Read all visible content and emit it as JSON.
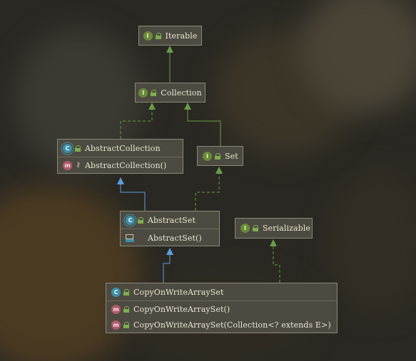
{
  "diagram": {
    "nodes": {
      "iterable": {
        "kind": "I",
        "name": "Iterable"
      },
      "collection": {
        "kind": "I",
        "name": "Collection"
      },
      "abstract_collection": {
        "kind": "AC",
        "name": "AbstractCollection",
        "members": [
          {
            "kind": "m",
            "name": "AbstractCollection()"
          }
        ]
      },
      "set": {
        "kind": "I",
        "name": "Set"
      },
      "abstract_set": {
        "kind": "AC",
        "name": "AbstractSet",
        "members": [
          {
            "kind": "m",
            "name": "AbstractSet()"
          }
        ]
      },
      "serializable": {
        "kind": "I",
        "name": "Serializable"
      },
      "copy_on_write_array_set": {
        "kind": "C",
        "name": "CopyOnWriteArraySet",
        "members": [
          {
            "kind": "m",
            "name": "CopyOnWriteArraySet()"
          },
          {
            "kind": "m",
            "name": "CopyOnWriteArraySet(Collection<? extends E>)"
          }
        ]
      }
    },
    "badges": {
      "I": "I",
      "C": "C",
      "m": "m"
    },
    "edges": [
      {
        "from": "collection",
        "to": "iterable",
        "type": "extends"
      },
      {
        "from": "abstract_collection",
        "to": "collection",
        "type": "implements"
      },
      {
        "from": "set",
        "to": "collection",
        "type": "extends"
      },
      {
        "from": "abstract_set",
        "to": "abstract_collection",
        "type": "extends"
      },
      {
        "from": "abstract_set",
        "to": "set",
        "type": "implements"
      },
      {
        "from": "copy_on_write_array_set",
        "to": "abstract_set",
        "type": "extends"
      },
      {
        "from": "copy_on_write_array_set",
        "to": "serializable",
        "type": "implements"
      }
    ],
    "colors": {
      "interface_edge": "#6a9c4a",
      "class_edge": "#5a9fe0",
      "node_bg": "#4d4b41",
      "node_border": "#8a8878",
      "text": "#e9e6d2"
    }
  }
}
